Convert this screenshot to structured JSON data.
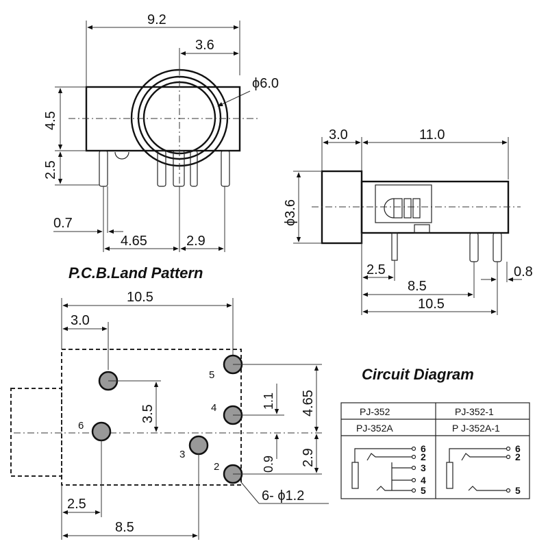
{
  "front_view": {
    "width": "9.2",
    "offset": "3.6",
    "diameter": "ϕ6.0",
    "height_upper": "4.5",
    "height_lower": "2.5",
    "pin_width": "0.7",
    "pin_spacing_a": "4.65",
    "pin_spacing_b": "2.9"
  },
  "side_view": {
    "front_len": "3.0",
    "body_len": "11.0",
    "diameter": "ϕ3.6",
    "pin_a": "2.5",
    "pin_b": "8.5",
    "pin_c": "10.5",
    "pin_width": "0.8"
  },
  "pcb": {
    "title": "P.C.B.Land Pattern",
    "total_width": "10.5",
    "left_offset": "3.0",
    "vert_a": "3.5",
    "vert_b": "1.1",
    "vert_c": "4.65",
    "vert_d": "0.9",
    "vert_e": "2.9",
    "bottom_a": "2.5",
    "bottom_b": "8.5",
    "holes": "6- ϕ1.2",
    "pin_labels": [
      "5",
      "4",
      "6",
      "3",
      "2"
    ]
  },
  "circuit": {
    "title": "Circuit Diagram",
    "table": {
      "row1": [
        "PJ-352",
        "PJ-352-1"
      ],
      "row2": [
        "PJ-352A",
        "P J-352A-1"
      ]
    },
    "left_pins": [
      "6",
      "2",
      "3",
      "4",
      "5"
    ],
    "right_pins": [
      "6",
      "2",
      "5"
    ]
  }
}
